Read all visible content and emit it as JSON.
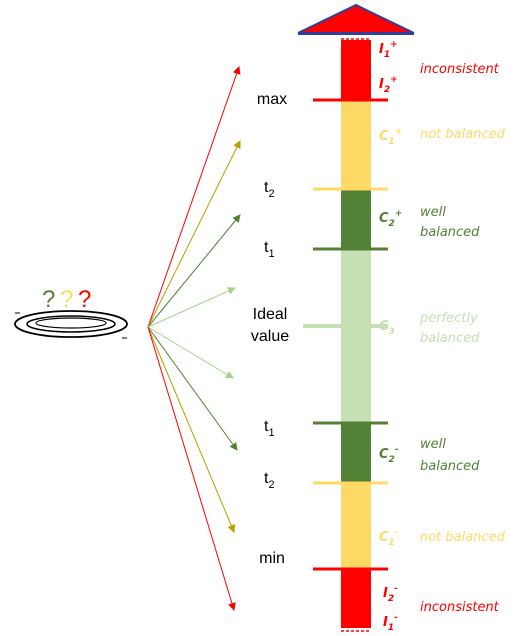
{
  "colors": {
    "red": "#ff0000",
    "yellow": "#ffd966",
    "dark_green": "#538135",
    "light_green": "#c5e0b4",
    "arrow_head": "#2f3f9e"
  },
  "question_marks": [
    {
      "text": "?",
      "color": "#548235"
    },
    {
      "text": "?",
      "color": "#ffd966"
    },
    {
      "text": "?",
      "color": "#ff0000"
    }
  ],
  "thresholds": {
    "max": "max",
    "t2_upper": {
      "base": "t",
      "sub": "2"
    },
    "t1_upper": {
      "base": "t",
      "sub": "1"
    },
    "ideal_line1": "Ideal",
    "ideal_line2": "value",
    "t1_lower": {
      "base": "t",
      "sub": "1"
    },
    "t2_lower": {
      "base": "t",
      "sub": "2"
    },
    "min": "min"
  },
  "classes": {
    "I1_plus": {
      "base": "I",
      "sub": "1",
      "sup": "+"
    },
    "I2_plus": {
      "base": "I",
      "sub": "2",
      "sup": "+"
    },
    "C1_plus": {
      "base": "C",
      "sub": "1",
      "sup": "+"
    },
    "C2_plus": {
      "base": "C",
      "sub": "2",
      "sup": "+"
    },
    "C3": {
      "base": "C",
      "sub": "3"
    },
    "C2_minus": {
      "base": "C",
      "sub": "2",
      "sup": "-"
    },
    "C1_minus": {
      "base": "C",
      "sub": "1",
      "sup": "-"
    },
    "I2_minus": {
      "base": "I",
      "sub": "2",
      "sup": "-"
    },
    "I1_minus": {
      "base": "I",
      "sub": "1",
      "sup": "-"
    }
  },
  "descriptions": {
    "inconsistent_top": "inconsistent",
    "not_balanced_top": "not balanced",
    "well_top_1": "well",
    "well_top_2": "balanced",
    "perfectly_1": "perfectly",
    "perfectly_2": "balanced",
    "well_bot_1": "well",
    "well_bot_2": "balanced",
    "not_balanced_bot": "not balanced",
    "inconsistent_bot": "inconsistent"
  }
}
